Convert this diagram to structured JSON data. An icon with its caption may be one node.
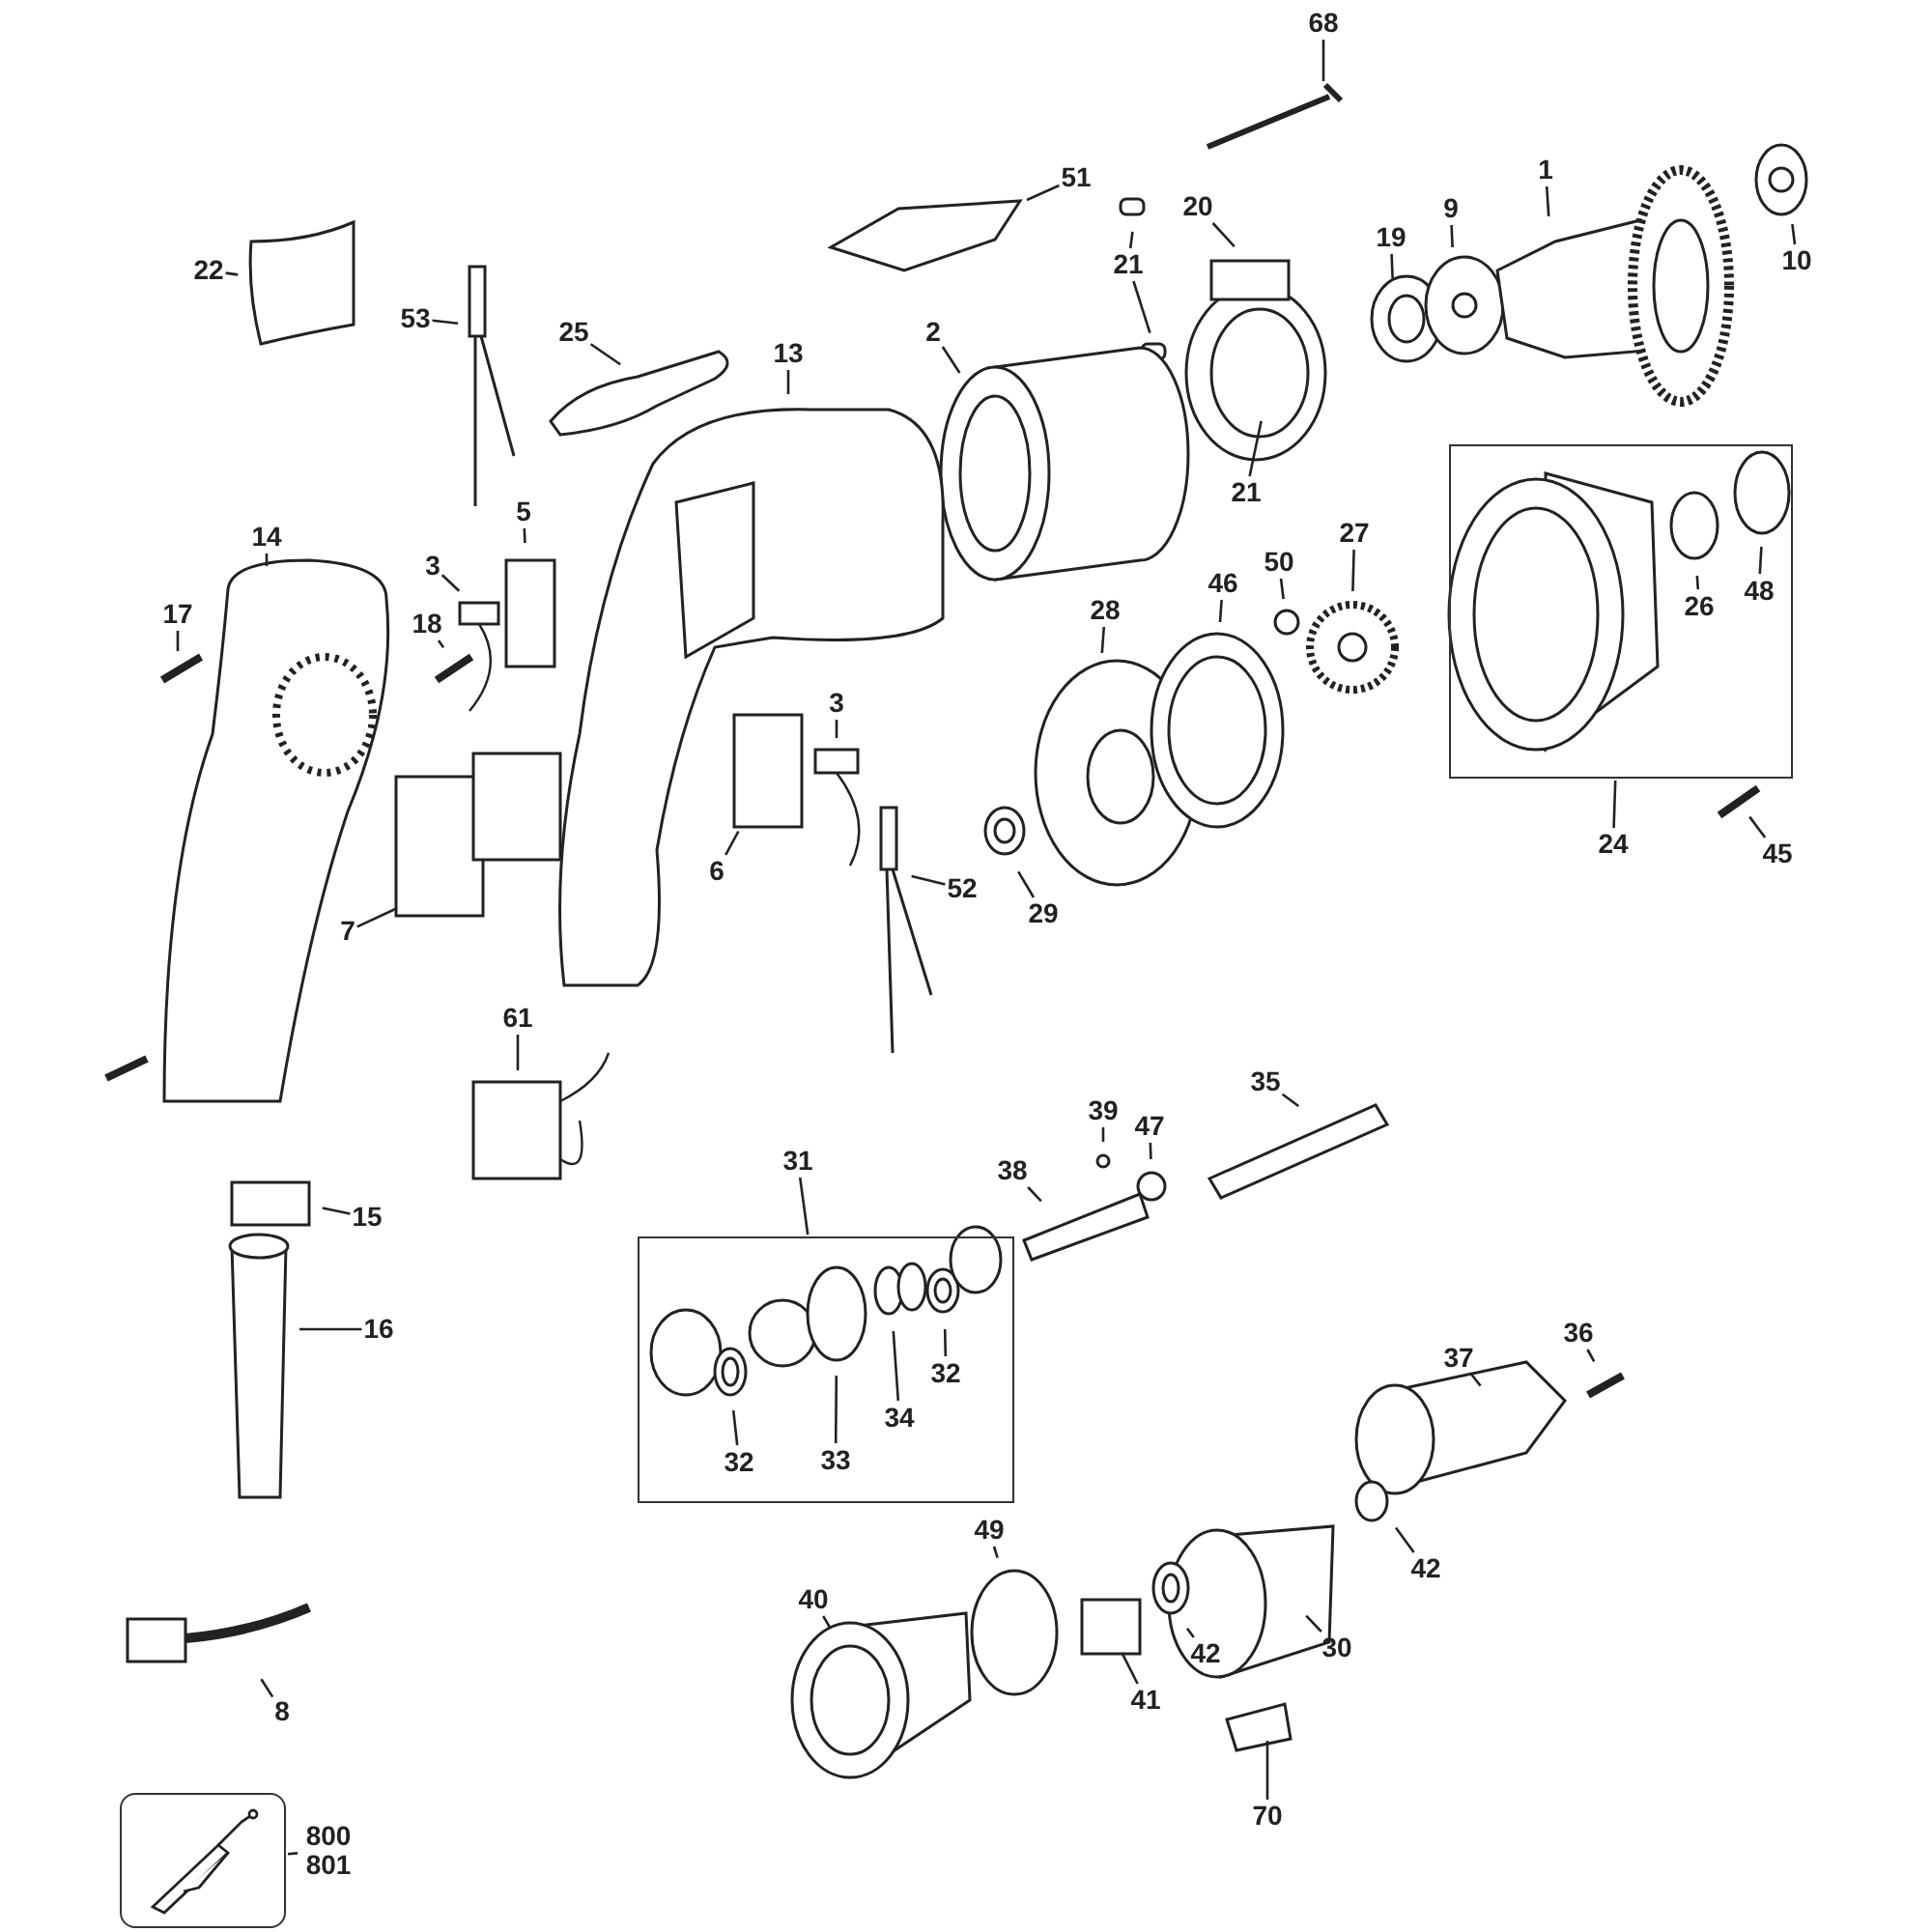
{
  "diagram": {
    "nodes": [
      {
        "text": [
          "68"
        ]
      },
      {
        "text": [
          "51"
        ]
      },
      {
        "text": [
          "21"
        ]
      },
      {
        "text": [
          "20"
        ]
      },
      {
        "text": [
          "1"
        ]
      },
      {
        "text": [
          "10"
        ]
      },
      {
        "text": [
          "19"
        ]
      },
      {
        "text": [
          "9"
        ]
      },
      {
        "text": [
          "22"
        ]
      },
      {
        "text": [
          "53"
        ]
      },
      {
        "text": [
          "25"
        ]
      },
      {
        "text": [
          "13"
        ]
      },
      {
        "text": [
          "2"
        ]
      },
      {
        "text": [
          "21"
        ]
      },
      {
        "text": [],
        "shape": "box"
      },
      {
        "text": [
          "26"
        ],
        "in": 14
      },
      {
        "text": [
          "48"
        ],
        "in": 14
      },
      {
        "text": [
          "14"
        ]
      },
      {
        "text": [
          "5"
        ]
      },
      {
        "text": [
          "3"
        ]
      },
      {
        "text": [
          "17"
        ]
      },
      {
        "text": [
          "18"
        ]
      },
      {
        "text": [
          "50"
        ]
      },
      {
        "text": [
          "27"
        ]
      },
      {
        "text": [
          "46"
        ]
      },
      {
        "text": [
          "28"
        ]
      },
      {
        "text": [
          "3"
        ]
      },
      {
        "text": [
          "6"
        ]
      },
      {
        "text": [
          "52"
        ]
      },
      {
        "text": [
          "7"
        ]
      },
      {
        "text": [
          "29"
        ]
      },
      {
        "text": [
          "24"
        ]
      },
      {
        "text": [
          "45"
        ]
      },
      {
        "text": [
          "61"
        ]
      },
      {
        "text": [
          "39"
        ]
      },
      {
        "text": [
          "35"
        ]
      },
      {
        "text": [
          "47"
        ]
      },
      {
        "text": [
          "31"
        ]
      },
      {
        "text": [
          "38"
        ]
      },
      {
        "text": [],
        "shape": "box"
      },
      {
        "text": [
          "32"
        ],
        "in": 39
      },
      {
        "text": [
          "33"
        ],
        "in": 39
      },
      {
        "text": [
          "34"
        ],
        "in": 39
      },
      {
        "text": [
          "32"
        ],
        "in": 39
      },
      {
        "text": [
          "15"
        ]
      },
      {
        "text": [
          "16"
        ]
      },
      {
        "text": [
          "37"
        ]
      },
      {
        "text": [
          "36"
        ]
      },
      {
        "text": [
          "49"
        ]
      },
      {
        "text": [
          "40"
        ]
      },
      {
        "text": [
          "42"
        ]
      },
      {
        "text": [
          "41"
        ]
      },
      {
        "text": [
          "30"
        ]
      },
      {
        "text": [
          "42"
        ]
      },
      {
        "text": [
          "8"
        ]
      },
      {
        "text": [
          "70"
        ]
      },
      {
        "text": [],
        "shape": "box"
      },
      {
        "text": [
          "800 801"
        ]
      }
    ],
    "edges": [
      {
        "from": 0,
        "to": null,
        "arrow": "none"
      },
      {
        "from": 1,
        "to": null,
        "arrow": "none"
      },
      {
        "from": 2,
        "to": null,
        "arrow": "none"
      },
      {
        "from": 2,
        "to": null,
        "arrow": "none"
      },
      {
        "from": 3,
        "to": null,
        "arrow": "none"
      },
      {
        "from": 4,
        "to": null,
        "arrow": "none"
      },
      {
        "from": 5,
        "to": null,
        "arrow": "none"
      },
      {
        "from": 6,
        "to": null,
        "arrow": "none"
      },
      {
        "from": 7,
        "to": null,
        "arrow": "none"
      },
      {
        "from": 8,
        "to": null,
        "arrow": "none"
      },
      {
        "from": 9,
        "to": null,
        "arrow": "none"
      },
      {
        "from": 10,
        "to": null,
        "arrow": "none"
      },
      {
        "from": 11,
        "to": null,
        "arrow": "none"
      },
      {
        "from": 12,
        "to": null,
        "arrow": "none"
      },
      {
        "from": 13,
        "to": null,
        "arrow": "none"
      },
      {
        "from": 15,
        "to": null,
        "arrow": "none"
      },
      {
        "from": 16,
        "to": null,
        "arrow": "none"
      },
      {
        "from": 17,
        "to": null,
        "arrow": "none"
      },
      {
        "from": 18,
        "to": null,
        "arrow": "none"
      },
      {
        "from": 19,
        "to": null,
        "arrow": "none"
      },
      {
        "from": 20,
        "to": null,
        "arrow": "none"
      },
      {
        "from": 21,
        "to": null,
        "arrow": "none"
      },
      {
        "from": 22,
        "to": null,
        "arrow": "none"
      },
      {
        "from": 23,
        "to": null,
        "arrow": "none"
      },
      {
        "from": 24,
        "to": null,
        "arrow": "none"
      },
      {
        "from": 25,
        "to": null,
        "arrow": "none"
      },
      {
        "from": 26,
        "to": null,
        "arrow": "none"
      },
      {
        "from": 27,
        "to": null,
        "arrow": "none"
      },
      {
        "from": 28,
        "to": null,
        "arrow": "none"
      },
      {
        "from": 29,
        "to": null,
        "arrow": "none"
      },
      {
        "from": 30,
        "to": null,
        "arrow": "none"
      },
      {
        "from": 31,
        "to": 14,
        "arrow": "none"
      },
      {
        "from": 32,
        "to": null,
        "arrow": "none"
      },
      {
        "from": 33,
        "to": null,
        "arrow": "none"
      },
      {
        "from": 34,
        "to": null,
        "arrow": "none"
      },
      {
        "from": 35,
        "to": null,
        "arrow": "none"
      },
      {
        "from": 36,
        "to": null,
        "arrow": "none"
      },
      {
        "from": 37,
        "to": 39,
        "arrow": "none"
      },
      {
        "from": 38,
        "to": null,
        "arrow": "none"
      },
      {
        "from": 40,
        "to": null,
        "arrow": "none"
      },
      {
        "from": 41,
        "to": null,
        "arrow": "none"
      },
      {
        "from": 42,
        "to": null,
        "arrow": "none"
      },
      {
        "from": 43,
        "to": null,
        "arrow": "none"
      },
      {
        "from": 44,
        "to": null,
        "arrow": "none"
      },
      {
        "from": 45,
        "to": null,
        "arrow": "none"
      },
      {
        "from": 46,
        "to": null,
        "arrow": "none"
      },
      {
        "from": 47,
        "to": null,
        "arrow": "none"
      },
      {
        "from": 48,
        "to": null,
        "arrow": "none"
      },
      {
        "from": 49,
        "to": null,
        "arrow": "none"
      },
      {
        "from": 50,
        "to": null,
        "arrow": "none"
      },
      {
        "from": 51,
        "to": null,
        "arrow": "none"
      },
      {
        "from": 52,
        "to": null,
        "arrow": "none"
      },
      {
        "from": 53,
        "to": null,
        "arrow": "none"
      },
      {
        "from": 54,
        "to": null,
        "arrow": "none"
      },
      {
        "from": 55,
        "to": null,
        "arrow": "none"
      },
      {
        "from": 57,
        "to": 56,
        "arrow": "none"
      }
    ]
  }
}
